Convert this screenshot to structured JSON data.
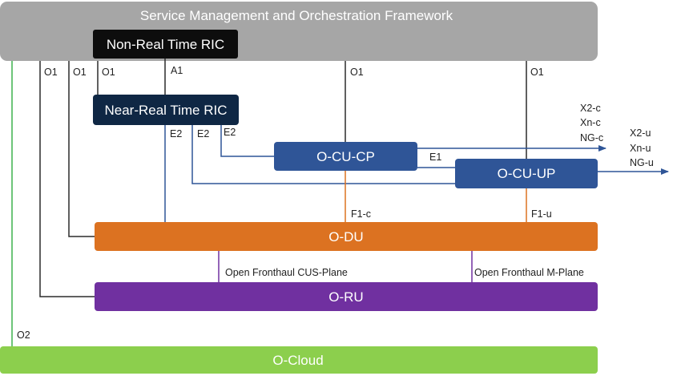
{
  "colors": {
    "smo": "#a6a6a6",
    "nonrt": "#0d0d0d",
    "nearrt": "#0f2744",
    "ocu": "#2f5597",
    "odu": "#dc7221",
    "oru": "#7030a0",
    "ocloud": "#8ccf4d",
    "line_dark": "#2b2b2b",
    "line_blue": "#2f5597",
    "line_orange": "#dc7221",
    "line_purple": "#7030a0",
    "line_green": "#3fb24f"
  },
  "boxes": {
    "smo": "Service Management and Orchestration Framework",
    "non_rt_ric": "Non-Real Time RIC",
    "near_rt_ric": "Near-Real Time RIC",
    "o_cu_cp": "O-CU-CP",
    "o_cu_up": "O-CU-UP",
    "o_du": "O-DU",
    "o_ru": "O-RU",
    "o_cloud": "O-Cloud"
  },
  "interfaces": {
    "o1_oru": "O1",
    "o1_odu": "O1",
    "o1_nearrt": "O1",
    "a1": "A1",
    "o1_cucp": "O1",
    "o1_cuup": "O1",
    "e2_oru": "E2",
    "e2_cuup": "E2",
    "e2_cucp": "E2",
    "e1": "E1",
    "f1c": "F1-c",
    "f1u": "F1-u",
    "fronthaul_cus": "Open Fronthaul CUS-Plane",
    "fronthaul_m": "Open Fronthaul M-Plane",
    "o2": "O2",
    "x2c": "X2-c",
    "xnc": "Xn-c",
    "ngc": "NG-c",
    "x2u": "X2-u",
    "xnu": "Xn-u",
    "ngu": "NG-u"
  }
}
